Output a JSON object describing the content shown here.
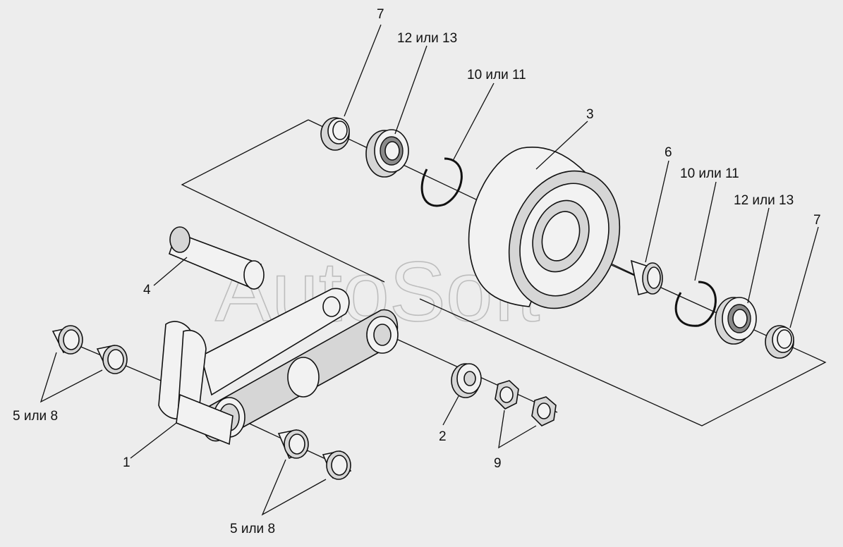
{
  "watermark": "AutoSoft",
  "callouts": {
    "c7_top": "7",
    "c12_13_top": "12 или 13",
    "c10_11_top": "10 или 11",
    "c3": "3",
    "c6": "6",
    "c10_11_right": "10 или 11",
    "c12_13_right": "12 или 13",
    "c7_right": "7",
    "c4": "4",
    "c5_8_left": "5 или 8",
    "c1": "1",
    "c2": "2",
    "c9": "9",
    "c5_8_bottom": "5 или 8"
  },
  "icons": [
    "roller-wheel-icon",
    "bearing-icon",
    "retaining-ring-icon",
    "bushing-icon",
    "axle-pin-icon",
    "lever-arm-icon",
    "washer-icon",
    "nut-icon"
  ]
}
